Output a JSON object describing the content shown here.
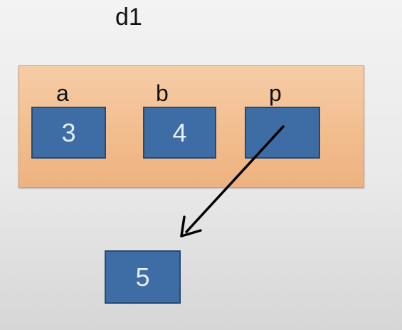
{
  "diagram": {
    "object_name": "d1",
    "fields": [
      {
        "name": "a",
        "value": "3"
      },
      {
        "name": "b",
        "value": "4"
      },
      {
        "name": "p",
        "value": ""
      }
    ],
    "pointed_value": "5",
    "colors": {
      "object_fill": "#f2bc8c",
      "cell_fill": "#3d6da4",
      "cell_border": "#244a75",
      "arrow": "#000000"
    }
  }
}
